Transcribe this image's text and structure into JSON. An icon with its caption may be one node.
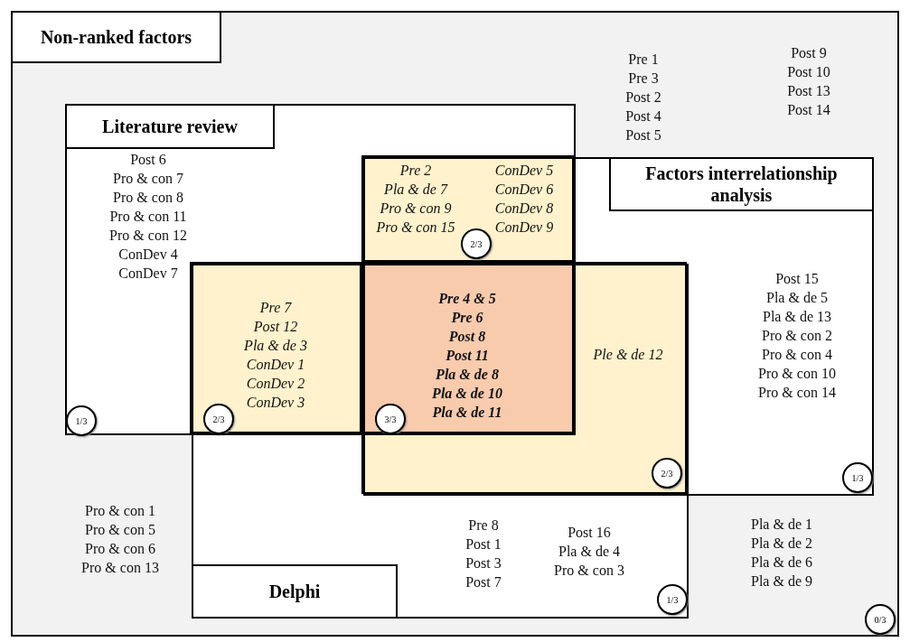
{
  "diagram": {
    "nodes": [
      {
        "text": [
          "Non-ranked factors",
          "Pre 1",
          "Pre 3",
          "Post 2",
          "Post 4",
          "Post 5",
          "Post 9",
          "Post 10",
          "Post 13",
          "Post 14",
          "Pro & con 1",
          "Pro & con 5",
          "Pro & con 6",
          "Pro & con 13",
          "Pla & de 1",
          "Pla & de 2",
          "Pla & de 6",
          "Pla & de 9"
        ]
      },
      {
        "text": [
          "Literature review",
          "Post 6",
          "Pro & con 7",
          "Pro & con 8",
          "Pro & con 11",
          "Pro & con 12",
          "ConDev 4",
          "ConDev 7"
        ],
        "in": 0
      },
      {
        "text": [
          "Factors interrelationship analysis",
          "Post 15",
          "Pla & de 5",
          "Pla & de 13",
          "Pro & con 2",
          "Pro & con 4",
          "Pro & con 10",
          "Pro & con 14"
        ],
        "in": 0
      },
      {
        "text": [
          "Delphi",
          "Pre 8",
          "Post 1",
          "Post 3",
          "Post 7",
          "Post 16",
          "Pla & de 4",
          "Pro & con 3"
        ],
        "in": 0
      },
      {
        "text": [
          "Pre 2",
          "Pla & de 7",
          "Pro & con 9",
          "Pro & con 15",
          "ConDev 5",
          "ConDev 6",
          "ConDev 8",
          "ConDev 9"
        ]
      },
      {
        "text": [
          "Pre 7",
          "Post 12",
          "Pla & de 3",
          "ConDev 1",
          "ConDev 2",
          "ConDev 3"
        ]
      },
      {
        "text": [
          "Ple & de 12"
        ]
      },
      {
        "text": [
          "Pre 4 & 5",
          "Pre 6",
          "Post 8",
          "Post 11",
          "Pla & de 8",
          "Pla & de 10",
          "Pla & de 11"
        ]
      },
      {
        "text": [
          "2/3"
        ],
        "in": 4
      },
      {
        "text": [
          "1/3"
        ],
        "in": 1
      },
      {
        "text": [
          "2/3"
        ],
        "in": 5
      },
      {
        "text": [
          "3/3"
        ],
        "in": 7
      },
      {
        "text": [
          "2/3"
        ],
        "in": 6
      },
      {
        "text": [
          "1/3"
        ],
        "in": 2
      },
      {
        "text": [
          "1/3"
        ],
        "in": 3
      },
      {
        "text": [
          "0/3"
        ],
        "in": 0
      },
      {
        "text": [],
        "shape": "box"
      }
    ],
    "edges": []
  }
}
